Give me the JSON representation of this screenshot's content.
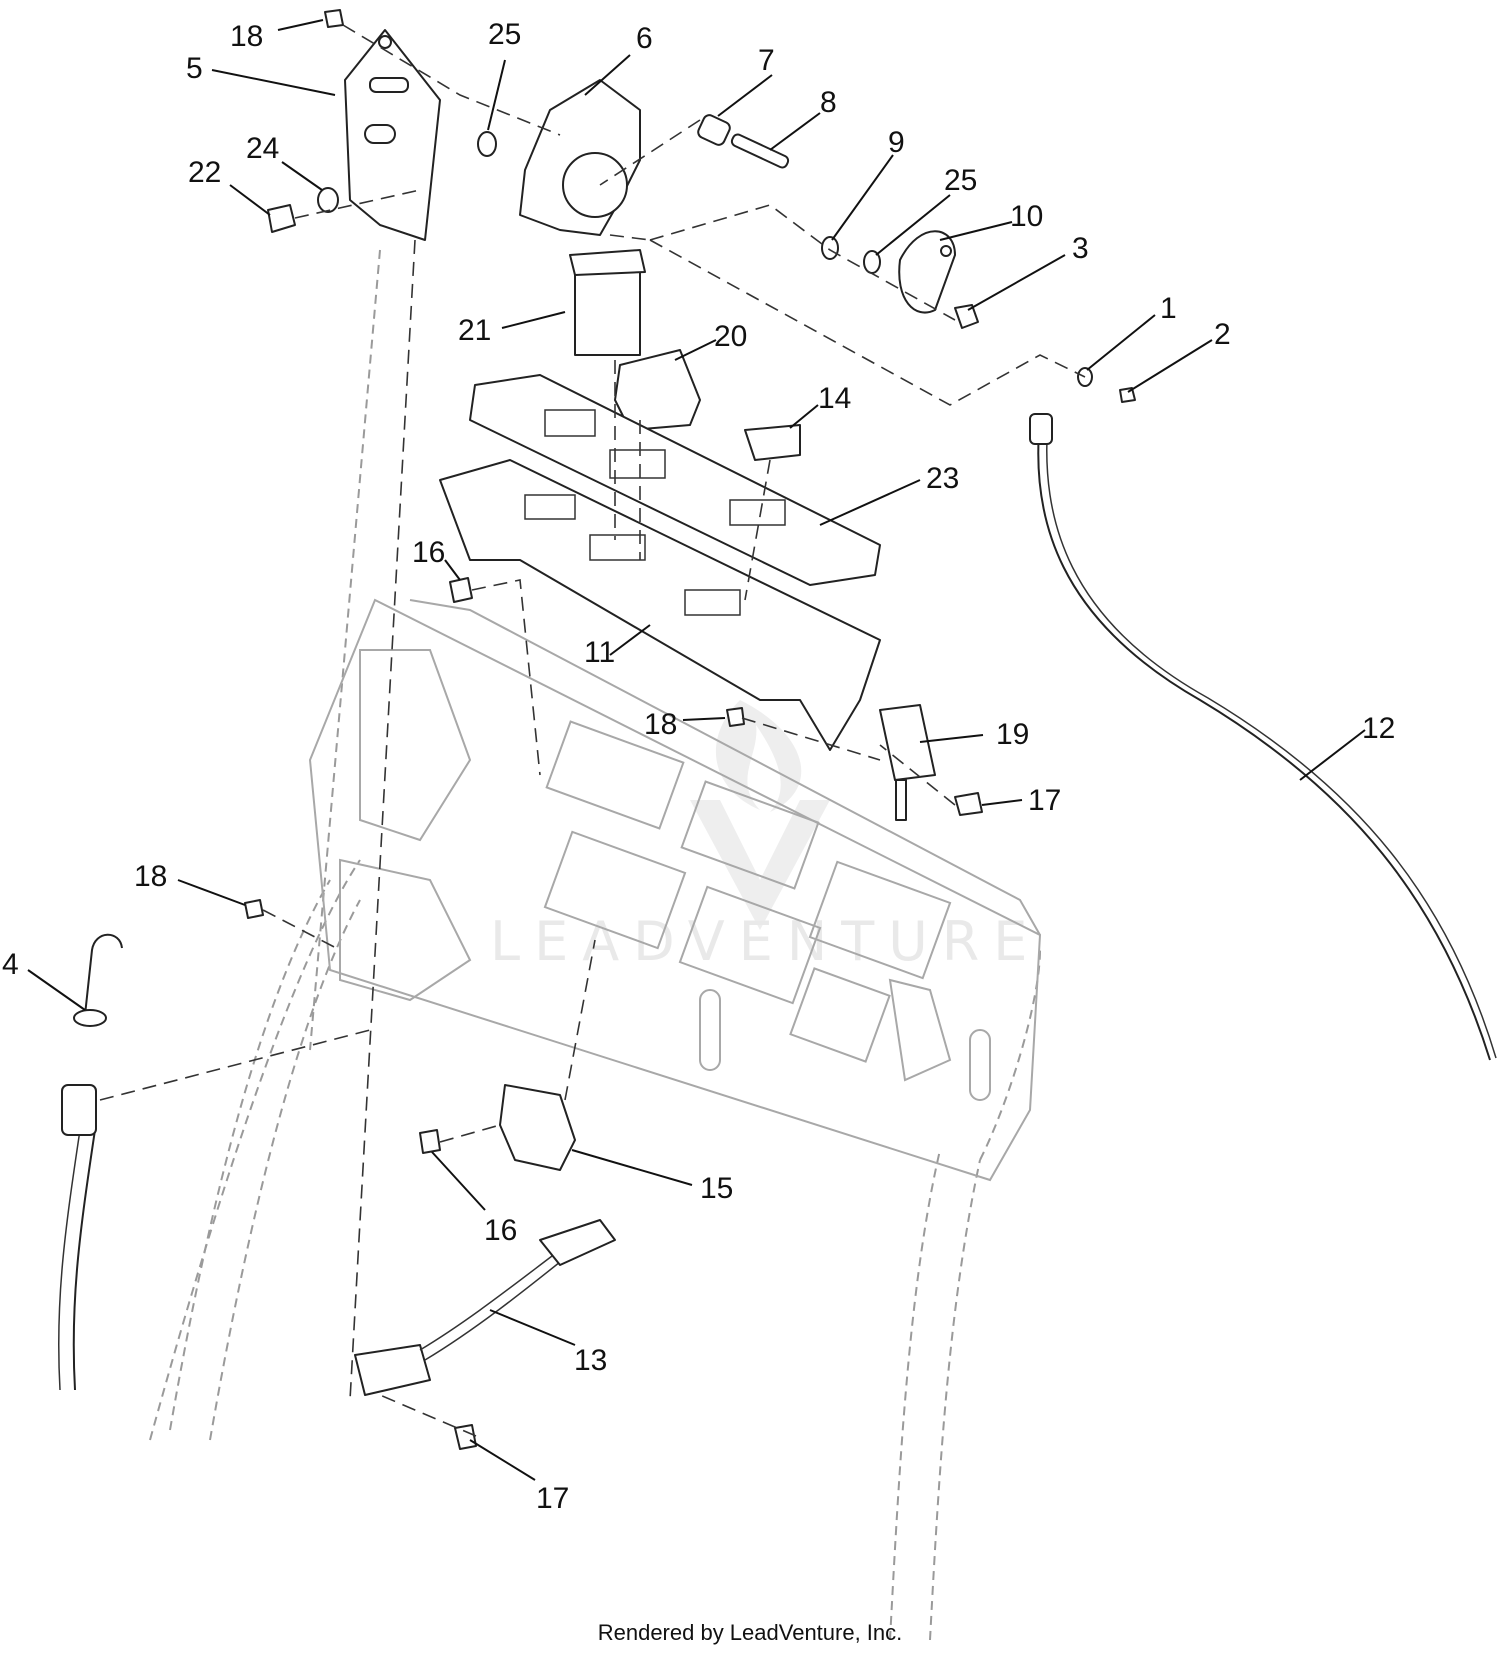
{
  "watermark": {
    "text": "LEADVENTURE"
  },
  "footer": {
    "text": "Rendered by LeadVenture, Inc."
  },
  "callouts": [
    {
      "id": "c18a",
      "label": "18"
    },
    {
      "id": "c5",
      "label": "5"
    },
    {
      "id": "c25a",
      "label": "25"
    },
    {
      "id": "c6",
      "label": "6"
    },
    {
      "id": "c7",
      "label": "7"
    },
    {
      "id": "c8",
      "label": "8"
    },
    {
      "id": "c22",
      "label": "22"
    },
    {
      "id": "c24",
      "label": "24"
    },
    {
      "id": "c9",
      "label": "9"
    },
    {
      "id": "c25b",
      "label": "25"
    },
    {
      "id": "c10",
      "label": "10"
    },
    {
      "id": "c3",
      "label": "3"
    },
    {
      "id": "c21",
      "label": "21"
    },
    {
      "id": "c20",
      "label": "20"
    },
    {
      "id": "c1",
      "label": "1"
    },
    {
      "id": "c2",
      "label": "2"
    },
    {
      "id": "c14",
      "label": "14"
    },
    {
      "id": "c23",
      "label": "23"
    },
    {
      "id": "c16a",
      "label": "16"
    },
    {
      "id": "c11",
      "label": "11"
    },
    {
      "id": "c18b",
      "label": "18"
    },
    {
      "id": "c19",
      "label": "19"
    },
    {
      "id": "c12",
      "label": "12"
    },
    {
      "id": "c17a",
      "label": "17"
    },
    {
      "id": "c18c",
      "label": "18"
    },
    {
      "id": "c4",
      "label": "4"
    },
    {
      "id": "c15",
      "label": "15"
    },
    {
      "id": "c16b",
      "label": "16"
    },
    {
      "id": "c13",
      "label": "13"
    },
    {
      "id": "c17b",
      "label": "17"
    }
  ]
}
